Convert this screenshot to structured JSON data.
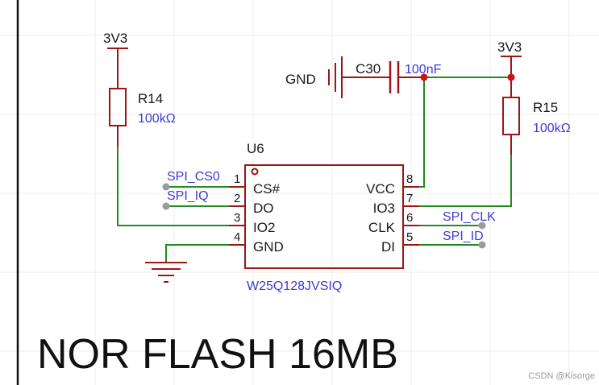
{
  "title": "NOR FLASH 16MB",
  "watermark": "CSDN @Kisorge",
  "colors": {
    "wire": "#1e8c1e",
    "component": "#a01414",
    "text_blue": "#3b3bd6",
    "text_black": "#1a1a1a",
    "junction": "#c81414",
    "net_flag": "#9a9a9a",
    "grid": "#ececec"
  },
  "power": {
    "left_rail": "3V3",
    "right_rail": "3V3",
    "ground": "GND"
  },
  "components": {
    "r14": {
      "ref": "R14",
      "value": "100kΩ"
    },
    "r15": {
      "ref": "R15",
      "value": "100kΩ"
    },
    "c30": {
      "ref": "C30",
      "value": "100nF"
    },
    "u6": {
      "ref": "U6",
      "part": "W25Q128JVSIQ",
      "left_pins": [
        {
          "num": "1",
          "name": "CS#"
        },
        {
          "num": "2",
          "name": "DO"
        },
        {
          "num": "3",
          "name": "IO2"
        },
        {
          "num": "4",
          "name": "GND"
        }
      ],
      "right_pins": [
        {
          "num": "8",
          "name": "VCC"
        },
        {
          "num": "7",
          "name": "IO3"
        },
        {
          "num": "6",
          "name": "CLK"
        },
        {
          "num": "5",
          "name": "DI"
        }
      ]
    }
  },
  "nets": {
    "spi_cs0": "SPI_CS0",
    "spi_iq": "SPI_IQ",
    "spi_clk": "SPI_CLK",
    "spi_id": "SPI_ID"
  }
}
